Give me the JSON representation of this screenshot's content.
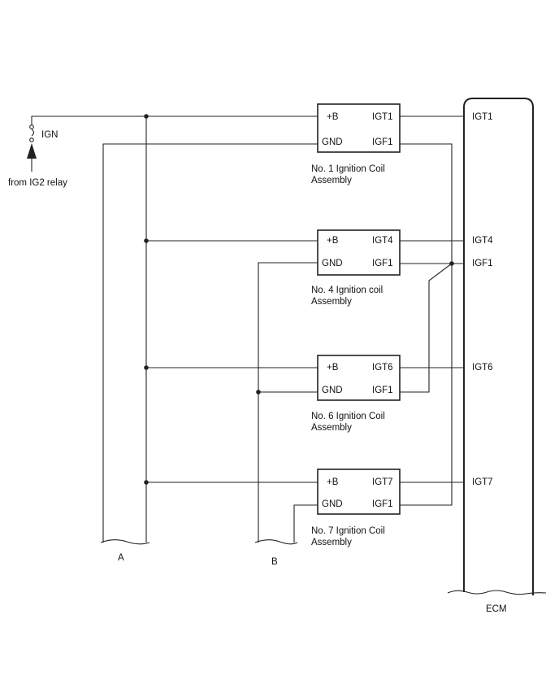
{
  "source": {
    "switch_label": "IGN",
    "from_label": "from IG2 relay"
  },
  "ecm": {
    "label": "ECM",
    "pins": [
      "IGT1",
      "IGT4",
      "IGF1",
      "IGT6",
      "IGT7"
    ]
  },
  "grounds": {
    "a_label": "A",
    "b_label": "B"
  },
  "coils": [
    {
      "left_top": "+B",
      "left_bottom": "GND",
      "right_top": "IGT1",
      "right_bottom": "IGF1",
      "caption_line1": "No. 1 Ignition Coil",
      "caption_line2": "Assembly"
    },
    {
      "left_top": "+B",
      "left_bottom": "GND",
      "right_top": "IGT4",
      "right_bottom": "IGF1",
      "caption_line1": "No. 4 Ignition coil",
      "caption_line2": "Assembly"
    },
    {
      "left_top": "+B",
      "left_bottom": "GND",
      "right_top": "IGT6",
      "right_bottom": "IGF1",
      "caption_line1": "No. 6 Ignition Coil",
      "caption_line2": "Assembly"
    },
    {
      "left_top": "+B",
      "left_bottom": "GND",
      "right_top": "IGT7",
      "right_bottom": "IGF1",
      "caption_line1": "No. 7 Ignition Coil",
      "caption_line2": "Assembly"
    }
  ]
}
